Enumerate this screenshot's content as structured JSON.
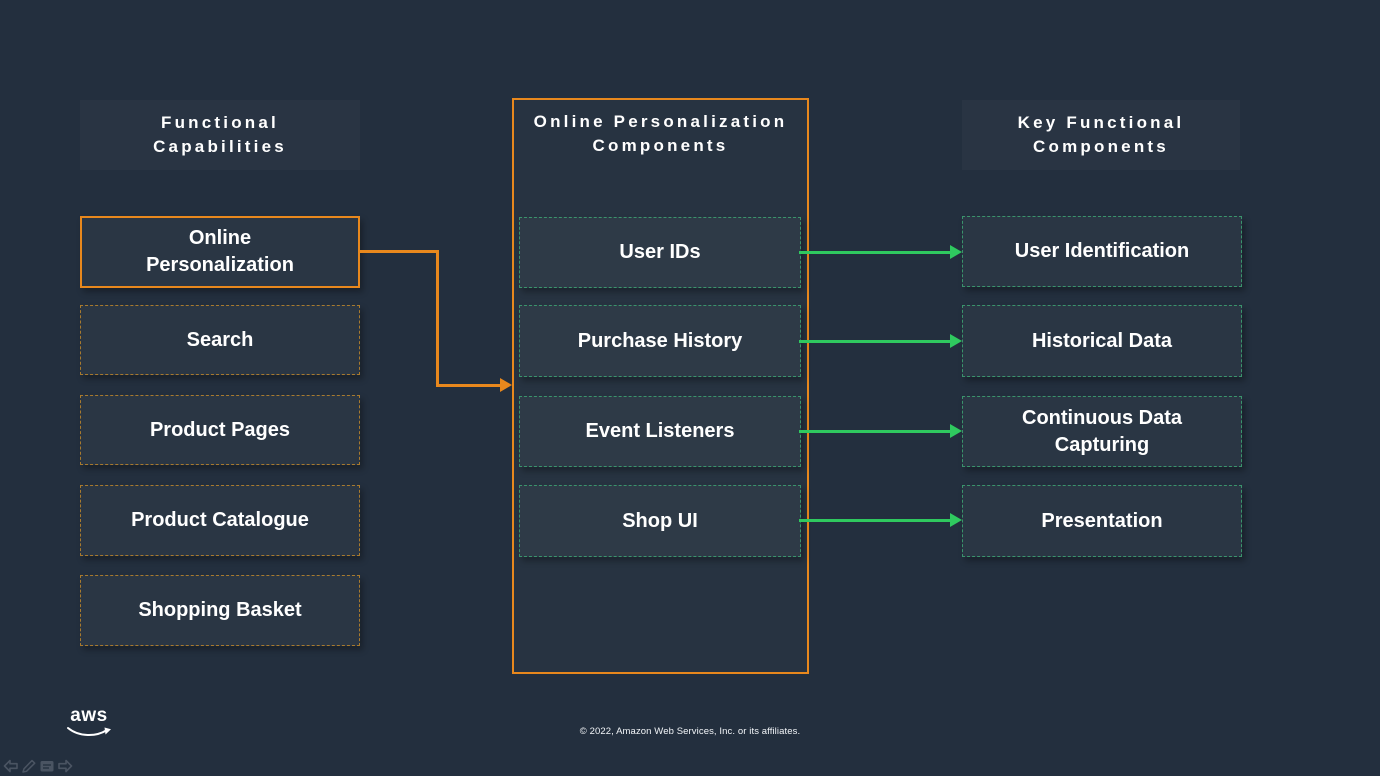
{
  "columns": {
    "functional_capabilities": {
      "header": "Functional\nCapabilities",
      "active_item": {
        "label": "Online\nPersonalization"
      },
      "items": [
        {
          "label": "Search"
        },
        {
          "label": "Product Pages"
        },
        {
          "label": "Product Catalogue"
        },
        {
          "label": "Shopping Basket"
        }
      ]
    },
    "online_personalization_components": {
      "header": "Online Personalization\nComponents",
      "items": [
        {
          "label": "User IDs"
        },
        {
          "label": "Purchase History"
        },
        {
          "label": "Event Listeners"
        },
        {
          "label": "Shop UI"
        }
      ]
    },
    "key_functional_components": {
      "header": "Key Functional\nComponents",
      "items": [
        {
          "label": "User Identification"
        },
        {
          "label": "Historical Data"
        },
        {
          "label": "Continuous Data\nCapturing"
        },
        {
          "label": "Presentation"
        }
      ]
    }
  },
  "connections": {
    "orange": {
      "from": "Online Personalization",
      "to": "Online Personalization Components"
    },
    "green": [
      {
        "from": "User IDs",
        "to": "User Identification"
      },
      {
        "from": "Purchase History",
        "to": "Historical Data"
      },
      {
        "from": "Event Listeners",
        "to": "Continuous Data Capturing"
      },
      {
        "from": "Shop UI",
        "to": "Presentation"
      }
    ]
  },
  "footer": {
    "logo_text": "aws",
    "copyright": "© 2022, Amazon Web Services, Inc. or its affiliates."
  },
  "viewer_controls": {
    "icons": [
      {
        "name": "previous-arrow-icon"
      },
      {
        "name": "pencil-icon"
      },
      {
        "name": "notes-icon"
      },
      {
        "name": "next-arrow-icon"
      }
    ]
  },
  "colors": {
    "background": "#232F3E",
    "accent_orange": "#E8881D",
    "muted_orange_dashed": "#A87A2E",
    "arrow_green": "#2FC95F",
    "muted_green_dashed": "#3A946C",
    "text": "#FFFFFF"
  }
}
